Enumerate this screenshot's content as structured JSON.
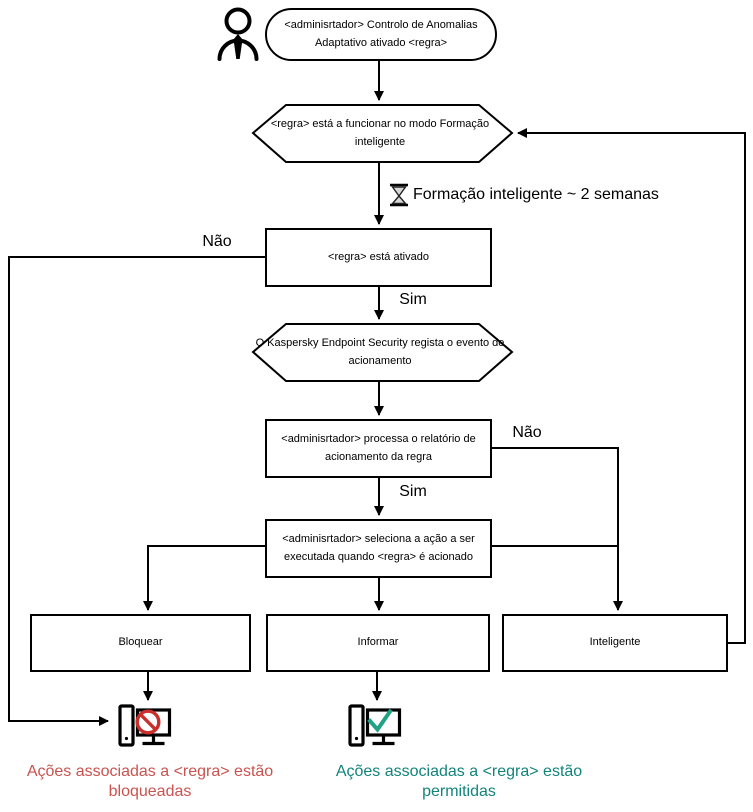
{
  "colors": {
    "line": "#000000",
    "box_fill": "#ffffff",
    "blocked_text": "#c9534f",
    "allowed_text": "#12847a",
    "prohibition_icon": "#c9302c",
    "check_icon": "#21a286"
  },
  "icons": {
    "user": "person-silhouette",
    "hourglass": "hourglass-timer",
    "computer_blocked": "desktop-with-prohibition-sign",
    "computer_allowed": "desktop-with-check-mark"
  },
  "diagram": {
    "start_label": "<adminisrtador> Controlo de Anomalias Adaptativo ativado <regra>",
    "hex_training": "<regra> está a funcionar no modo Formação inteligente",
    "timer_label": "Formação inteligente ~ 2 semanas",
    "rect_rule_active": "<regra> está ativado",
    "label_no_1": "Não",
    "label_yes_1": "Sim",
    "hex_event": "O Kaspersky Endpoint Security regista o evento de acionamento",
    "rect_report": "<adminisrtador> processa o relatório de acionamento da regra",
    "label_no_2": "Não",
    "label_yes_2": "Sim",
    "rect_select_action": "<adminisrtador> seleciona a ação a ser executada quando <regra> é acionado",
    "action_block": "Bloquear",
    "action_inform": "Informar",
    "action_smart": "Inteligente",
    "caption_blocked": "Ações associadas a <regra> estão bloqueadas",
    "caption_allowed": "Ações associadas a <regra> estão permitidas"
  }
}
